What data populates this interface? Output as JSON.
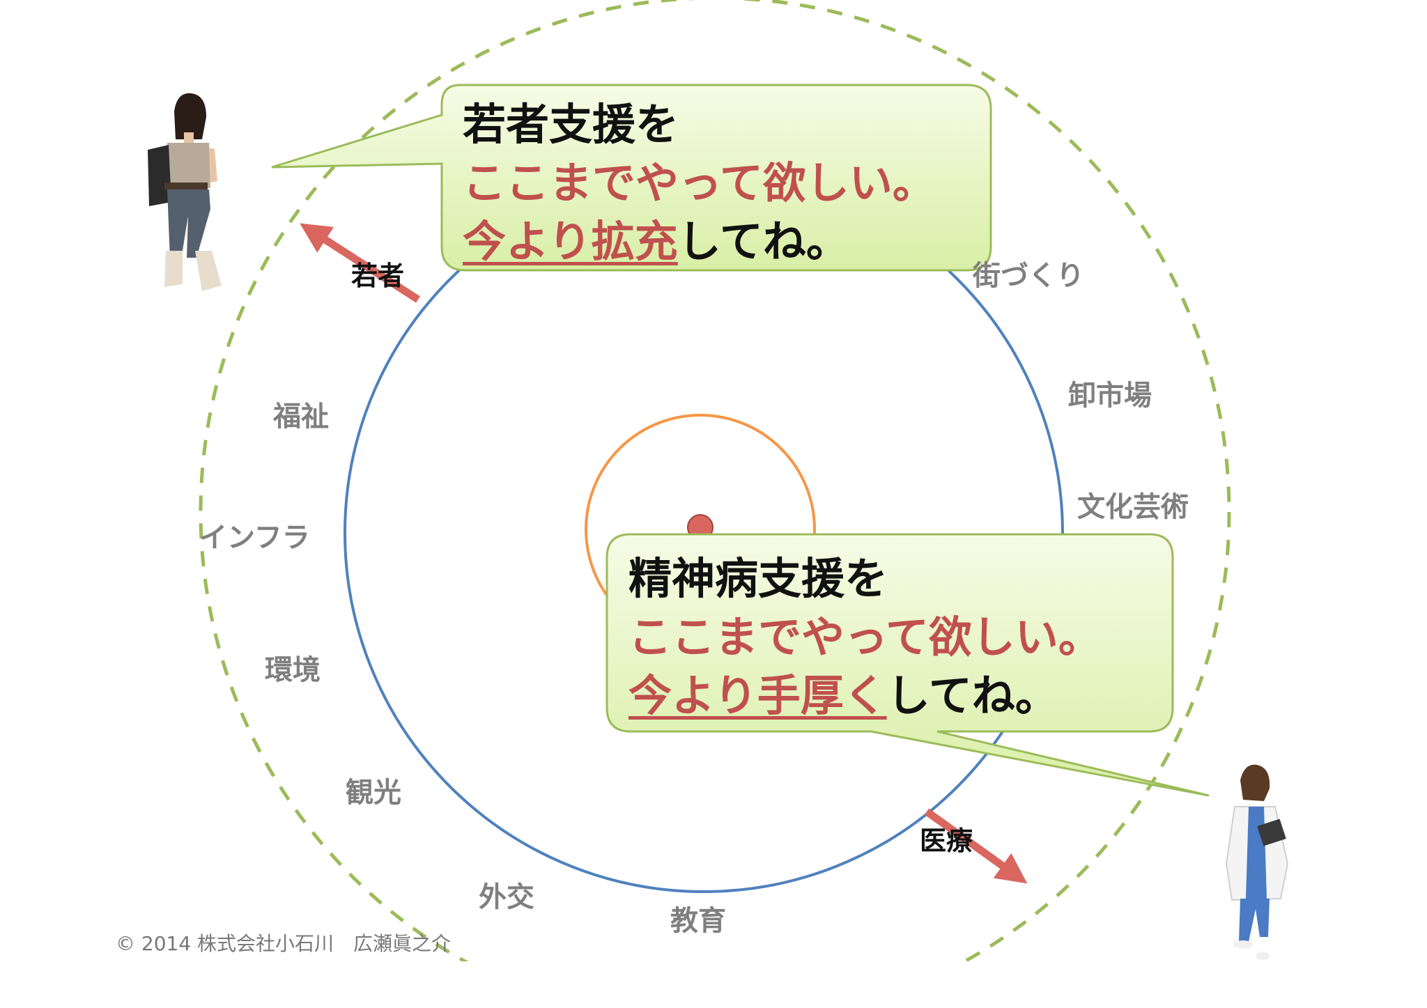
{
  "bubble_top": {
    "line1": "若者支援を",
    "line2": "ここまでやって欲しい。",
    "line3_highlight": "今より拡充",
    "line3_rest": "してね。"
  },
  "bubble_bottom": {
    "line1": "精神病支援を",
    "line2": "ここまでやって欲しい。",
    "line3_highlight": "今より手厚く",
    "line3_rest": "してね。"
  },
  "arrow_labels": {
    "young": "若者",
    "medical": "医療"
  },
  "domain_labels": {
    "town": "街づくり",
    "market": "卸市場",
    "culture": "文化芸術",
    "welfare": "福祉",
    "infra": "インフラ",
    "environment": "環境",
    "tourism": "観光",
    "diplomacy": "外交",
    "education": "教育"
  },
  "copyright": "© 2014 株式会社小石川　広瀬眞之介",
  "colors": {
    "outer_circle": "#9bbb59",
    "middle_circle": "#4f81bd",
    "inner_circle": "#f79646",
    "center_dot": "#c0504d",
    "arrow": "#d9665f",
    "bubble_fill_top": "#f7fbe6",
    "bubble_fill_bottom": "#d8efa6",
    "bubble_border": "#9bbb59",
    "emphasis_text": "#c0504d"
  }
}
